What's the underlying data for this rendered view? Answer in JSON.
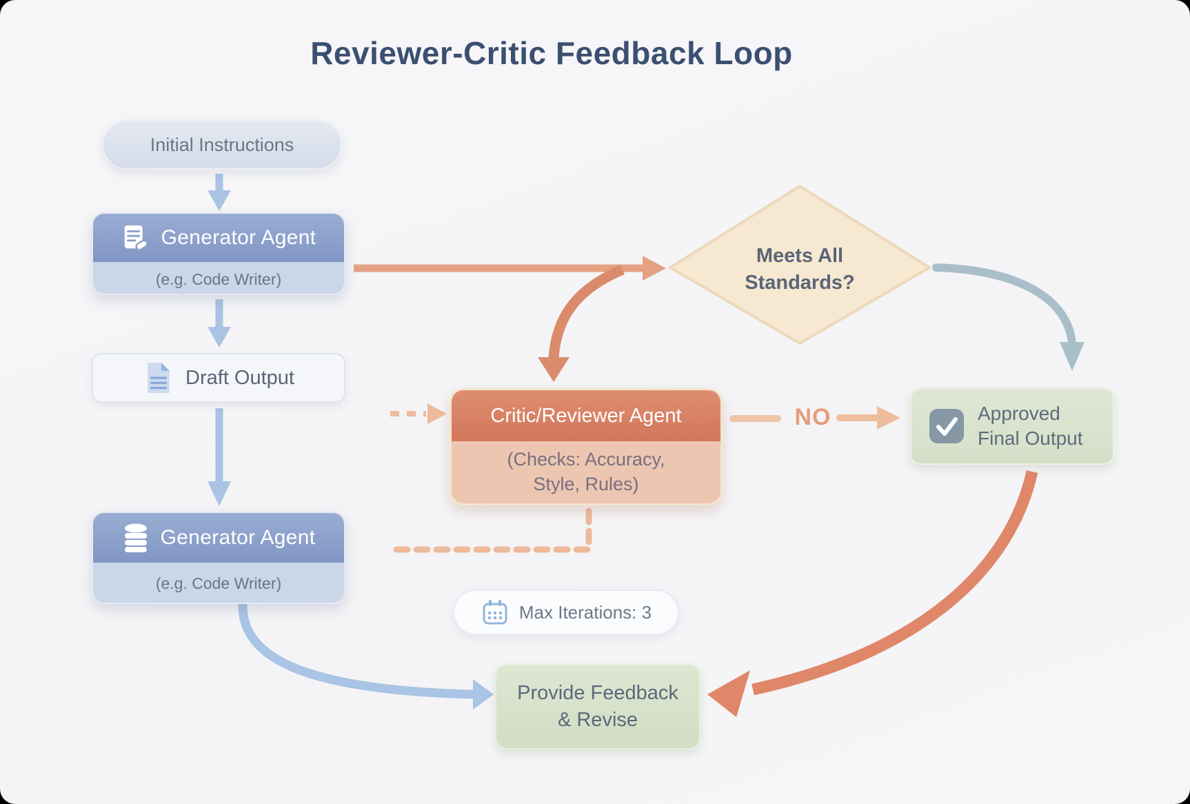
{
  "title": "Reviewer-Critic Feedback Loop",
  "nodes": {
    "initial_instructions": {
      "label": "Initial Instructions"
    },
    "generator_agent_top": {
      "label": "Generator Agent",
      "sublabel": "(e.g. Code Writer)"
    },
    "draft_output": {
      "label": "Draft Output"
    },
    "generator_agent_bottom": {
      "label": "Generator Agent",
      "sublabel": "(e.g. Code Writer)"
    },
    "critic_reviewer_agent": {
      "label": "Critic/Reviewer Agent",
      "sublabel": "(Checks: Accuracy, Style, Rules)"
    },
    "decision": {
      "label": "Meets All Standards?"
    },
    "approved_output": {
      "label": "Approved Final Output"
    },
    "max_iterations": {
      "label": "Max Iterations: 3"
    },
    "provide_feedback": {
      "label": "Provide Feedback & Revise"
    }
  },
  "edges": {
    "no_label": "NO"
  },
  "colors": {
    "title_text": "#3b4f70",
    "blue_node_header": "#8aa0c9",
    "blue_node_body": "#ccd6e9",
    "blue_arrow": "#abc3e3",
    "orange_node_header": "#d87f63",
    "orange_node_body": "#edc6b2",
    "orange_arrow": "#df8a6b",
    "dashed_orange_arrow": "#ecba9b",
    "diamond_fill": "#f6e8d1",
    "green_node": "#d9e3cd",
    "slate_arrow": "#a9bec9",
    "no_text": "#e59c7c"
  }
}
